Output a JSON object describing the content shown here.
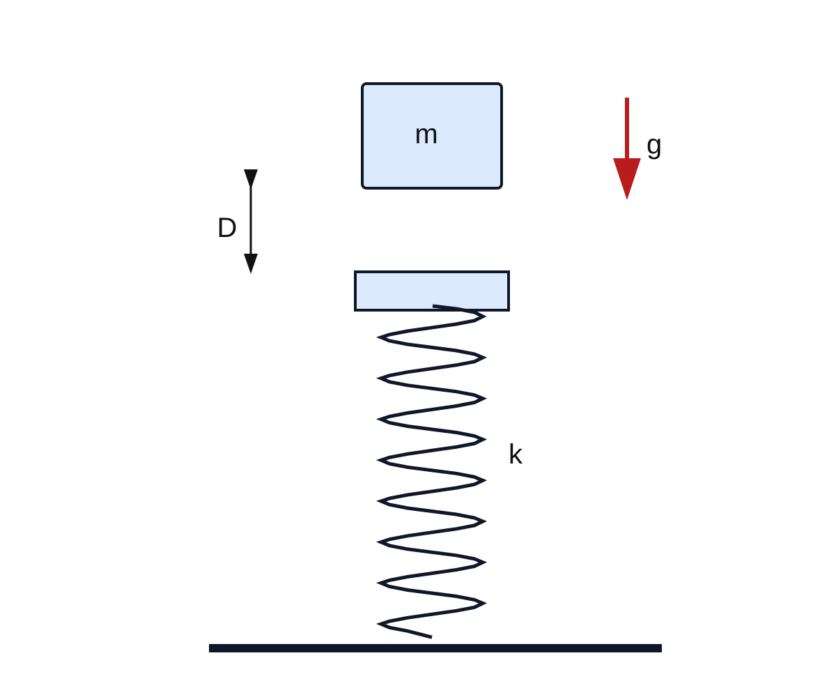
{
  "labels": {
    "mass": "m",
    "gravity": "g",
    "drop_distance": "D",
    "spring_constant": "k"
  },
  "colors": {
    "block_fill": "#dbeafe",
    "outline": "#0f172a",
    "gravity_arrow": "#b91c1c",
    "dimension_arrow": "#111111",
    "ground": "#0f172a"
  }
}
